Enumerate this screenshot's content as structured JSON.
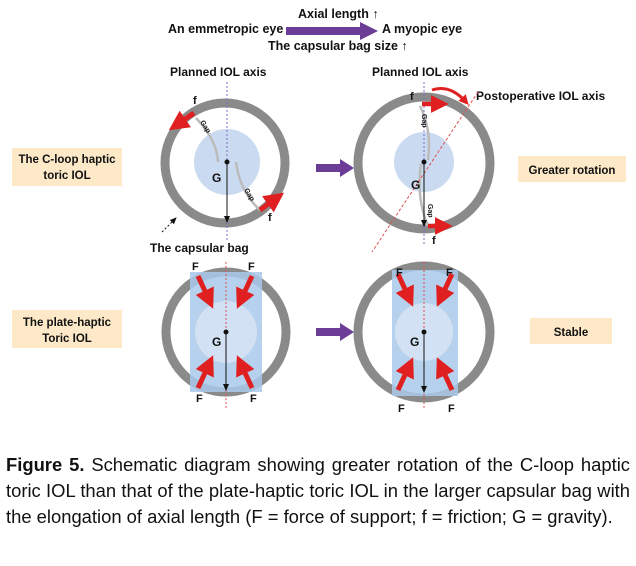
{
  "header": {
    "left": "An emmetropic eye",
    "axial_length": "Axial length ↑",
    "right": "A myopic eye",
    "bag_size": "The capsular bag size ↑"
  },
  "axis_labels": {
    "planned_left": "Planned IOL axis",
    "planned_right": "Planned IOL axis",
    "postoperative": "Postoperative IOL axis"
  },
  "row_labels": {
    "c_loop": [
      "The C-loop haptic",
      "toric IOL"
    ],
    "plate": [
      "The plate-haptic",
      "Toric IOL"
    ]
  },
  "outcomes": {
    "c_loop": "Greater rotation",
    "plate": "Stable"
  },
  "annotations": {
    "capsular_bag": "The capsular bag",
    "friction": "f",
    "force": "F",
    "gravity": "G",
    "gap": "Gap"
  },
  "colors": {
    "header_arrow": "#6b3d96",
    "force_arrow": "#e02020",
    "ring": "#8a8a8a",
    "lens": "#c4d6ee",
    "label_box": "#fde9c8",
    "plate": "#a9c9ea"
  },
  "caption": {
    "label": "Figure 5.",
    "text": " Schematic diagram showing greater rotation of the C-loop haptic toric IOL than that of the plate-haptic toric IOL in the larger capsular bag with the elongation of axial length (F = force of support; f = friction; G = gravity)."
  }
}
